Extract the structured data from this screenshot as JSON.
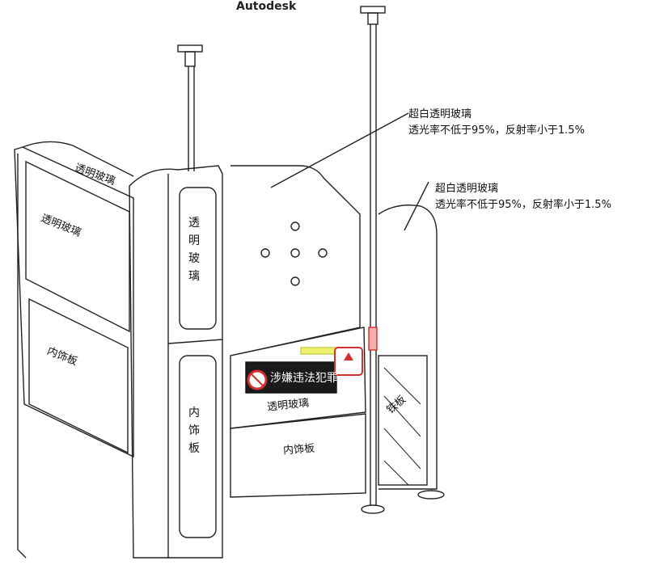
{
  "header": {
    "watermark": "Autodesk"
  },
  "callouts": [
    {
      "title": "超白透明玻璃",
      "spec": "透光率不低于95%，反射率小于1.5%"
    },
    {
      "title": "超白透明玻璃",
      "spec": "透光率不低于95%，反射率小于1.5%"
    }
  ],
  "panels": {
    "left_top_glass": "透明玻璃",
    "left_glass": "透明玻璃",
    "left_trim": "内饰板",
    "column_glass": "透明玻璃",
    "column_trim": "内饰板",
    "center_glass": "透明玻璃",
    "center_trim": "内饰板",
    "right_plate": "铁板"
  },
  "warning_sign": {
    "text": "涉嫌违法犯罪",
    "color": "#d32f2f"
  }
}
